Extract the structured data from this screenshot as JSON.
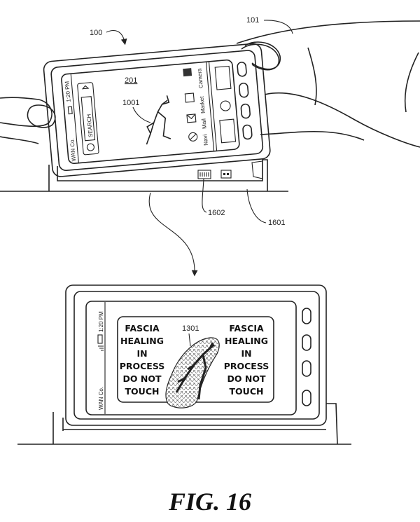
{
  "figure": {
    "caption": "FIG. 16"
  },
  "reference_numerals": {
    "device": "100",
    "hand": "101",
    "screen": "201",
    "figure_image": "1001",
    "connector": "1602",
    "dock": "1601",
    "overlay": "1301"
  },
  "top_device": {
    "carrier": "WAN Co.",
    "time": "1:20 PM",
    "search_label": "SEARCH",
    "apps": [
      "Navi",
      "Mail",
      "Market",
      "Camera"
    ]
  },
  "bottom_device": {
    "carrier": "WAN Co.",
    "time": "1:20 PM",
    "warning_left": [
      "FASCIA",
      "HEALING",
      "IN",
      "PROCESS",
      "DO NOT",
      "TOUCH"
    ],
    "warning_right": [
      "FASCIA",
      "HEALING",
      "IN",
      "PROCESS",
      "DO NOT",
      "TOUCH"
    ]
  }
}
